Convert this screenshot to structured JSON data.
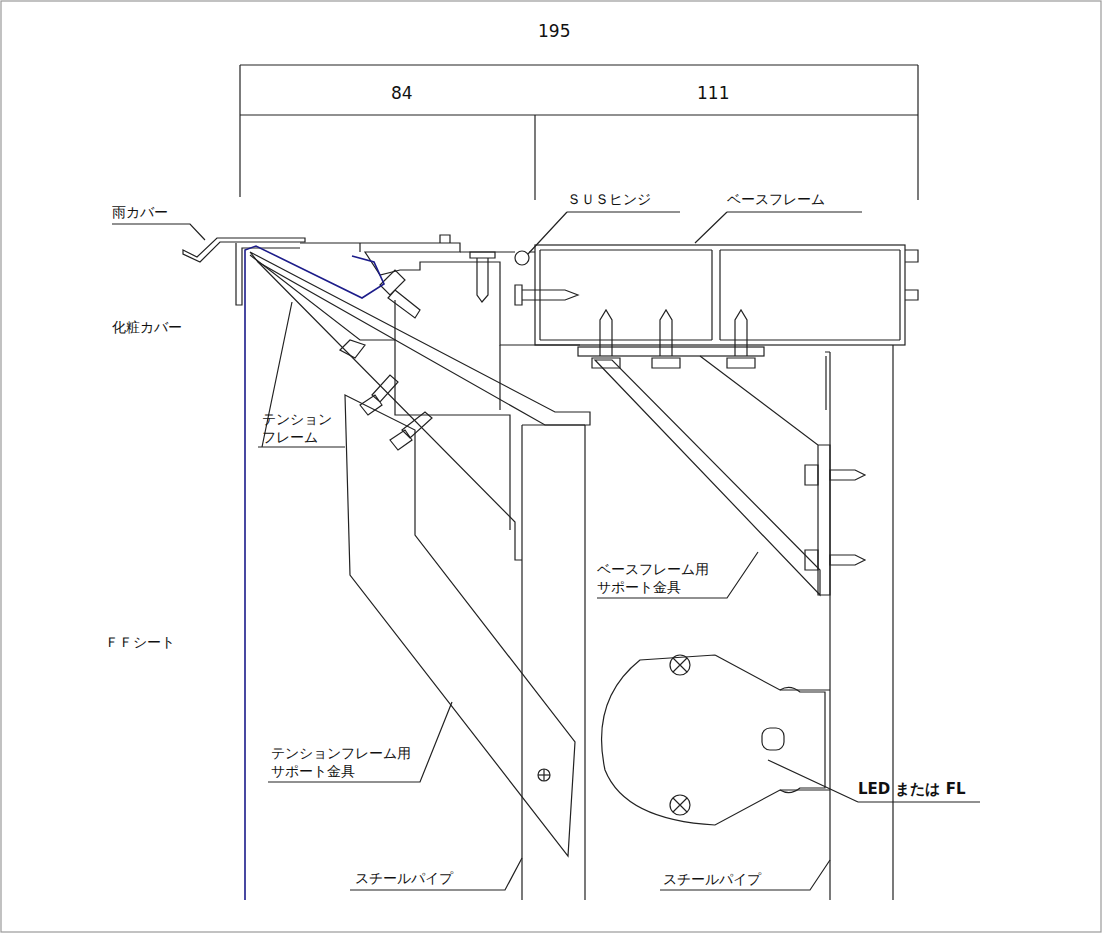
{
  "diagram": {
    "labels": [
      "195",
      "84",
      "111",
      "雨カバー",
      "ＳＵＳヒンジ",
      "ベースフレーム",
      "化粧カバー",
      "テンション フレーム",
      "ベースフレーム用 サポート金具",
      "ＦＦシート",
      "テンションフレーム用 サポート金具",
      "LED または FL",
      "スチールパイプ",
      "スチールパイプ"
    ]
  }
}
